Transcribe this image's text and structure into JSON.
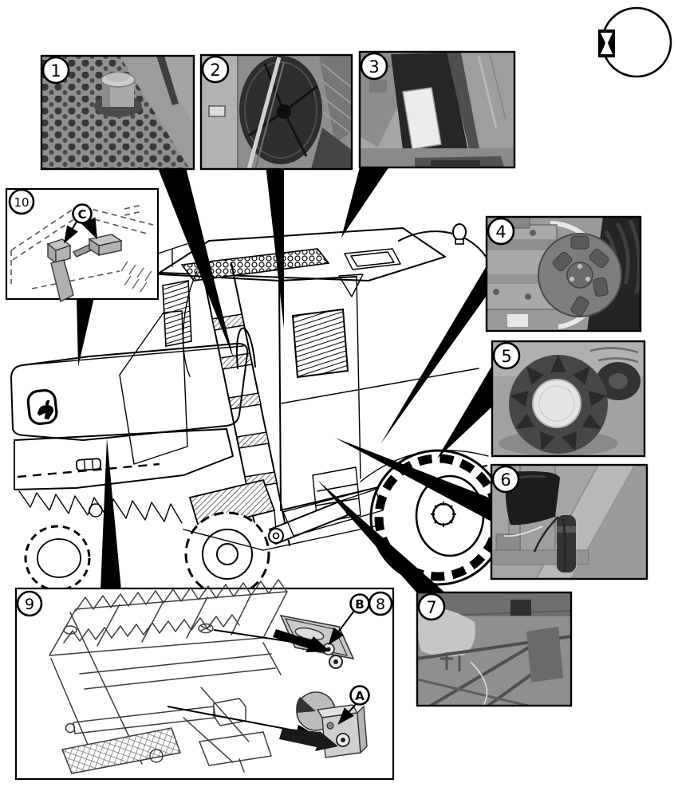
{
  "figure": {
    "callouts": {
      "n1": "1",
      "n2": "2",
      "n3": "3",
      "n4": "4",
      "n5": "5",
      "n6": "6",
      "n7": "7",
      "n8": "8",
      "n9": "9",
      "n10": "10",
      "la": "A",
      "lb": "B",
      "lc": "C"
    }
  },
  "icons": {
    "interval": "hourglass-icon"
  },
  "colors": {
    "ink": "#000000",
    "paper": "#ffffff",
    "photo_gray": "#9a9a9a",
    "part_gray": "#b5b5b5",
    "dark_part": "#1c1c1c"
  }
}
